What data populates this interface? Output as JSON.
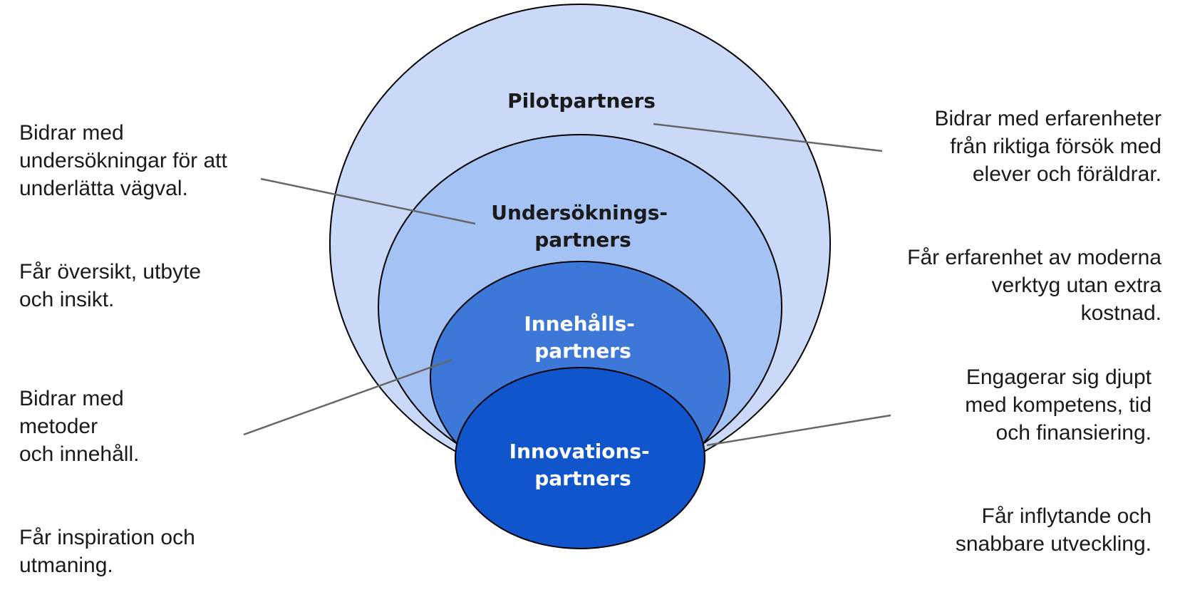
{
  "colors": {
    "pilot": "#c9d9f7",
    "survey": "#a5c2f4",
    "content": "#3d78d8",
    "innovation": "#1155cc",
    "outline": "#000000",
    "connector": "#666666",
    "dark_text": "#1a1a1a",
    "light_text": "#ffffff"
  },
  "rings": {
    "pilot": {
      "line1": "Pilotpartners",
      "line2": ""
    },
    "survey": {
      "line1": "Undersöknings-",
      "line2": "partners"
    },
    "content": {
      "line1": "Innehålls-",
      "line2": "partners"
    },
    "innovation": {
      "line1": "Innovations-",
      "line2": "partners"
    }
  },
  "descriptions": {
    "survey": {
      "contributes": "Bidrar med\nundersökningar för att\nunderlätta vägval.",
      "gets": "Får översikt, utbyte\noch insikt."
    },
    "content": {
      "contributes": "Bidrar med\nmetoder\noch innehåll.",
      "gets": "Får inspiration och\nutmaning."
    },
    "pilot": {
      "contributes": "Bidrar med erfarenheter\nfrån riktiga försök med\nelever och föräldrar.",
      "gets": "Får erfarenhet av moderna\nverktyg utan extra\nkostnad."
    },
    "innovation": {
      "contributes": "Engagerar sig djupt\nmed kompetens, tid\noch finansiering.",
      "gets": "Får inflytande och\nsnabbare utveckling."
    }
  }
}
